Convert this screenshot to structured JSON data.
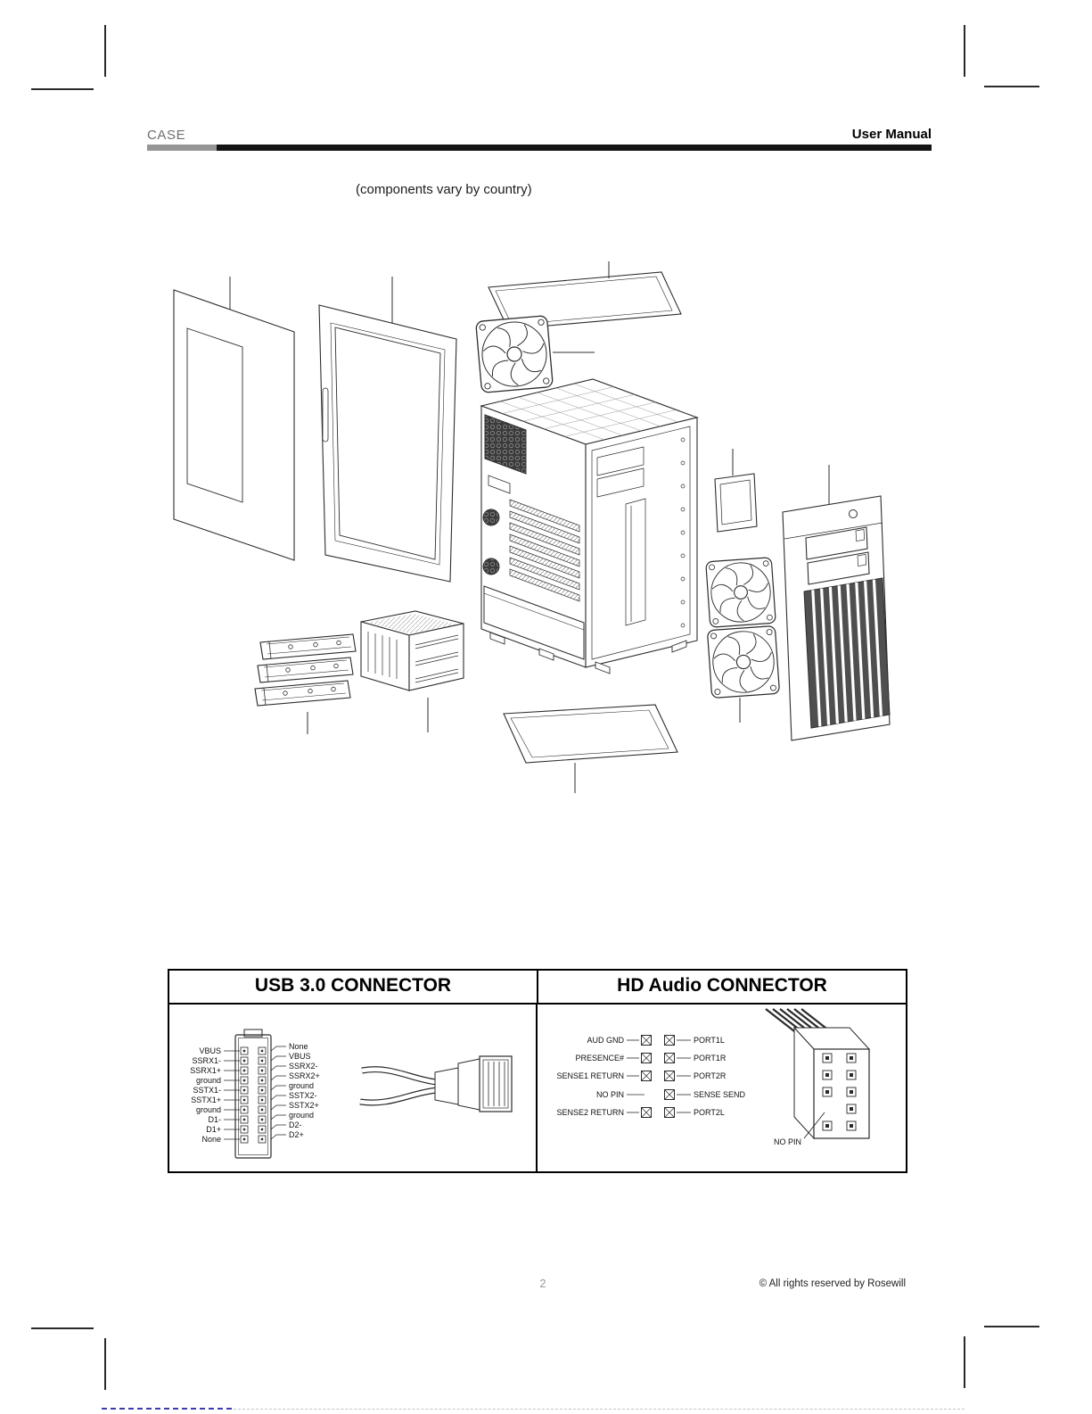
{
  "header": {
    "doc_type": "CASE",
    "title": "User Manual",
    "rule_colors": {
      "gray": "#969696",
      "dark": "#141414"
    }
  },
  "note": "(components vary by country)",
  "diagram": {
    "parts": [
      "left-side-panel",
      "windowed-side-panel",
      "top-dust-filter",
      "top-fan",
      "chassis",
      "accessory-cover",
      "front-panel",
      "front-fan-upper",
      "front-fan-lower",
      "drive-trays",
      "drive-cage",
      "bottom-dust-filter"
    ]
  },
  "connectors": {
    "usb": {
      "title": "USB 3.0 CONNECTOR",
      "left_pins": [
        "VBUS",
        "SSRX1-",
        "SSRX1+",
        "ground",
        "SSTX1-",
        "SSTX1+",
        "ground",
        "D1-",
        "D1+",
        "None"
      ],
      "right_pins": [
        "None",
        "VBUS",
        "SSRX2-",
        "SSRX2+",
        "ground",
        "SSTX2-",
        "SSTX2+",
        "ground",
        "D2-",
        "D2+"
      ]
    },
    "hd_audio": {
      "title": "HD Audio CONNECTOR",
      "left_pins": [
        "AUD GND",
        "PRESENCE#",
        "SENSE1 RETURN",
        "NO PIN",
        "SENSE2 RETURN"
      ],
      "right_pins": [
        "PORT1L",
        "PORT1R",
        "PORT2R",
        "SENSE SEND",
        "PORT2L"
      ],
      "no_pin_callout": "NO PIN"
    }
  },
  "footer": {
    "page_number": "2",
    "copyright": "© All rights reserved by Rosewill"
  }
}
